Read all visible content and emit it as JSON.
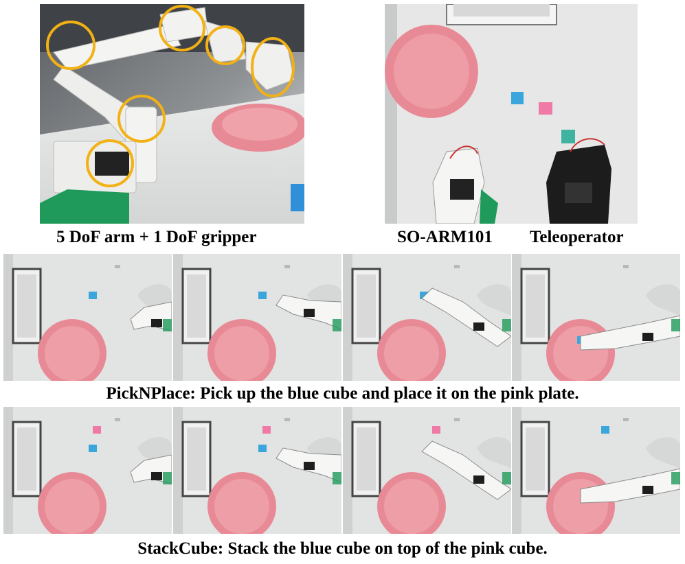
{
  "top": {
    "arm_caption": "5 DoF arm + 1 DoF gripper",
    "robot_caption": "SO-ARM101",
    "teleop_caption": "Teleoperator"
  },
  "tasks": [
    {
      "caption": "PickNPlace: Pick up the blue cube and place it on the pink plate.",
      "frames": [
        {
          "pink_cube": false,
          "blue_cube": true,
          "arm_stage": 0
        },
        {
          "pink_cube": false,
          "blue_cube": true,
          "arm_stage": 1
        },
        {
          "pink_cube": false,
          "blue_cube": true,
          "arm_stage": 2
        },
        {
          "pink_cube": false,
          "blue_cube": true,
          "arm_stage": 3
        }
      ]
    },
    {
      "caption": "StackCube: Stack the blue cube on top of the pink cube.",
      "frames": [
        {
          "pink_cube": true,
          "blue_cube": true,
          "arm_stage": 0
        },
        {
          "pink_cube": true,
          "blue_cube": true,
          "arm_stage": 1
        },
        {
          "pink_cube": true,
          "blue_cube": false,
          "arm_stage": 2
        },
        {
          "pink_cube": true,
          "blue_cube": true,
          "arm_stage": 3
        }
      ]
    }
  ],
  "colors": {
    "highlight_circle": "#f2b114",
    "plate_pink": "#e88a95",
    "cube_blue": "#3aa6dc",
    "cube_pink": "#f07aa7",
    "gripper_green": "#1f9a5a"
  }
}
